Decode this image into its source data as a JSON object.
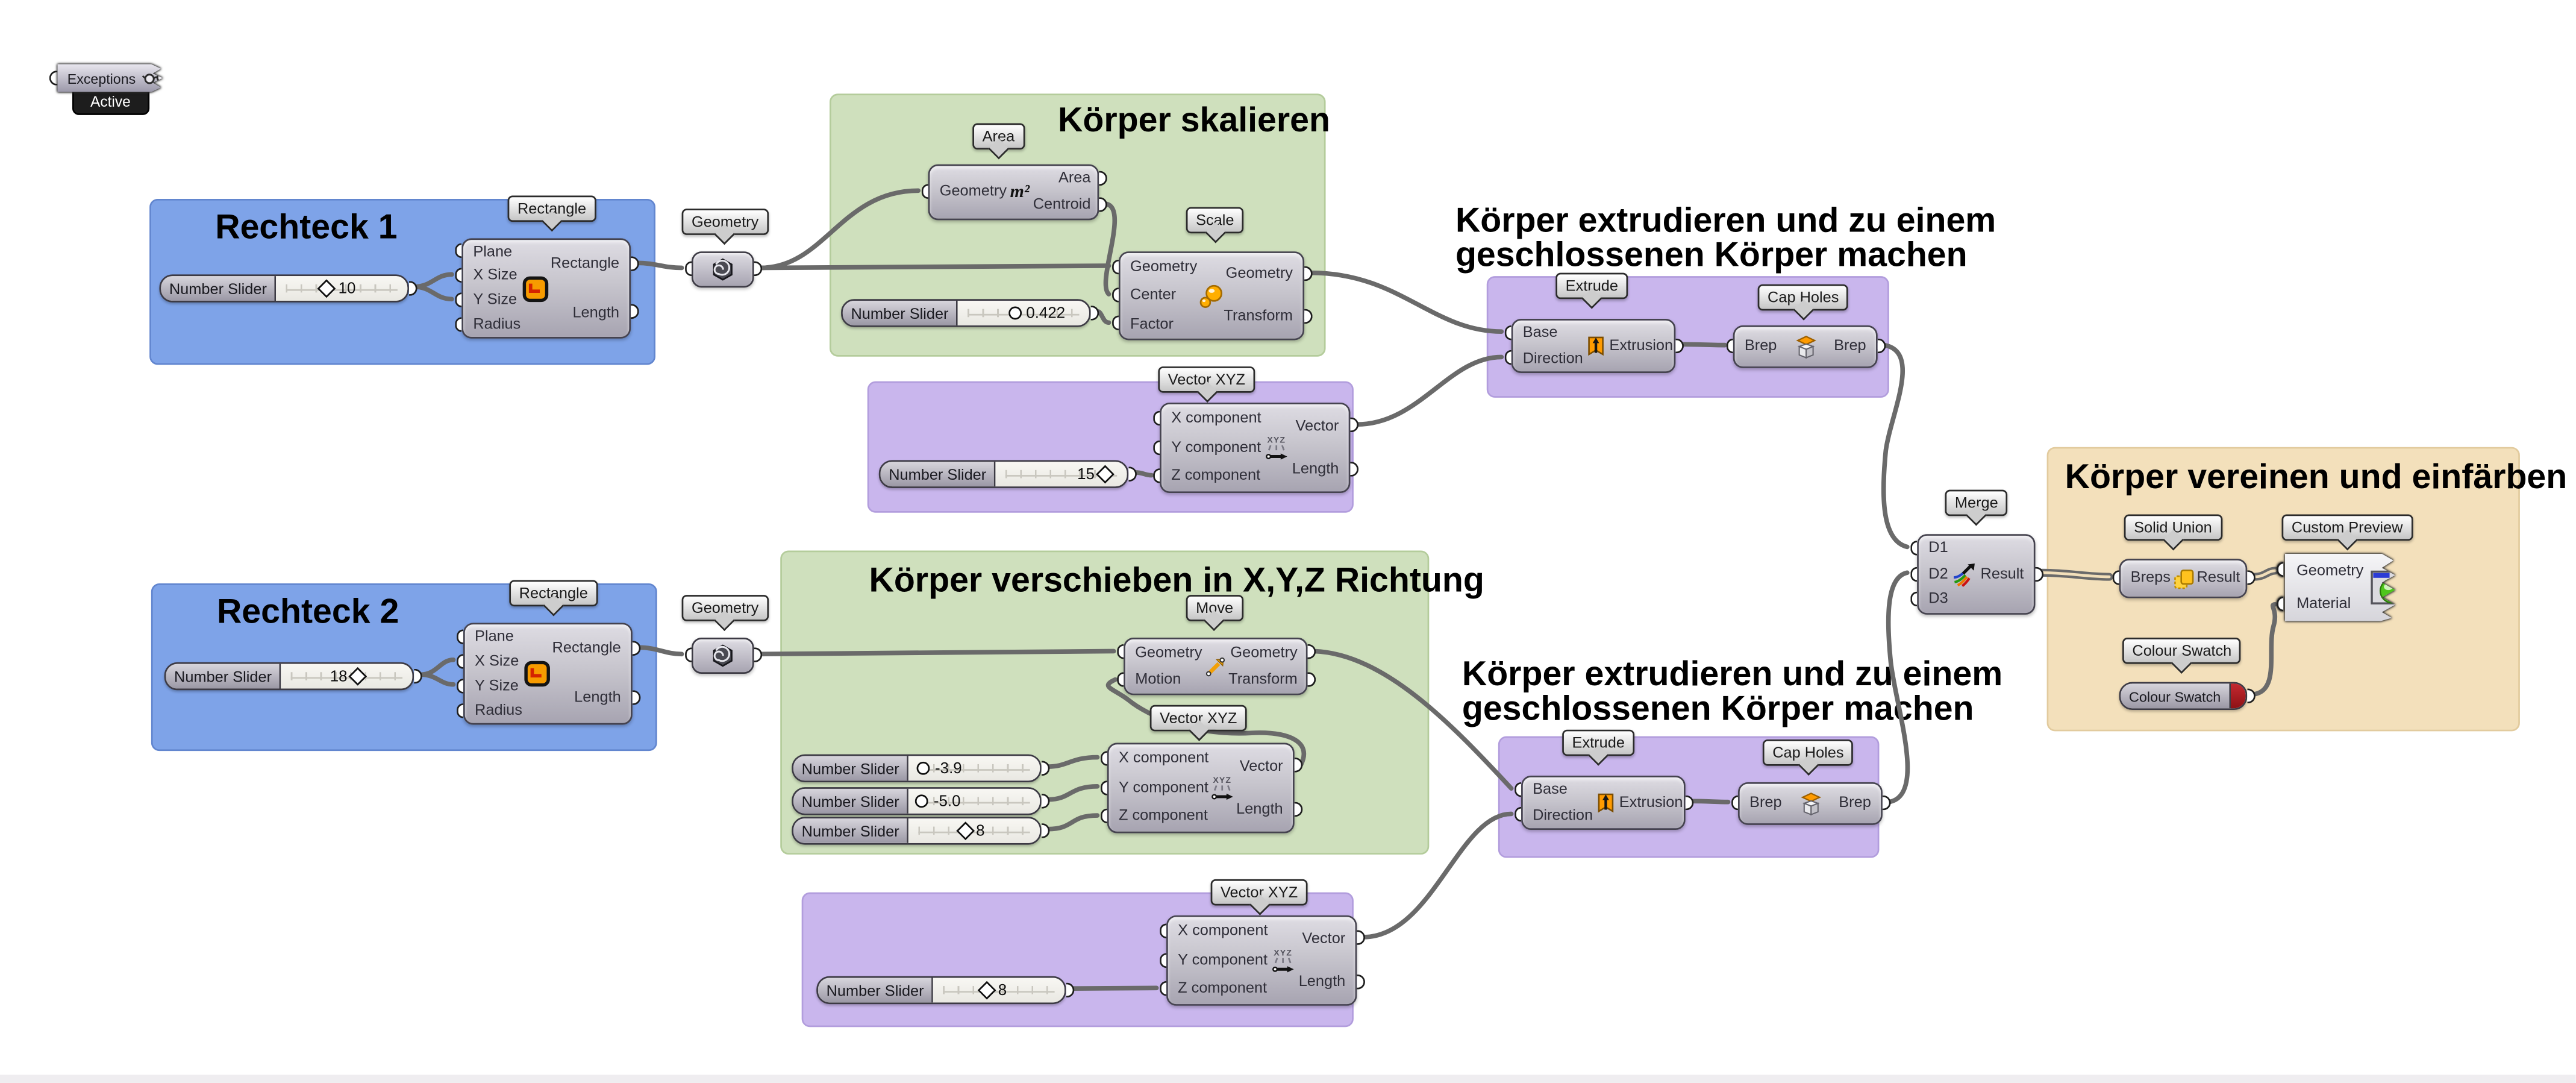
{
  "colors": {
    "group_blue": "#7ea3e8",
    "group_green": "#cfe0bd",
    "group_purple": "#c9b6ed",
    "group_tan": "#f3e0bb",
    "wire": "#6a6a6a",
    "swatch_red": "#a31b1f",
    "canvas_background": "#ffffff"
  },
  "exceptions_widget": {
    "label": "Exceptions",
    "status": "Active"
  },
  "groups": {
    "rechteck1": {
      "title": "Rechteck 1",
      "color": "#7ea3e8"
    },
    "rechteck2": {
      "title": "Rechteck 2",
      "color": "#7ea3e8"
    },
    "skalieren": {
      "title": "Körper skalieren",
      "color": "#cfe0bd"
    },
    "verschieben": {
      "title": "Körper verschieben in X,Y,Z Richtung",
      "color": "#cfe0bd"
    },
    "vereinen": {
      "title": "Körper vereinen und einfärben",
      "color": "#f3e0bb"
    },
    "vector_top": {
      "title": "",
      "color": "#c9b6ed"
    },
    "vector_bottom": {
      "title": "",
      "color": "#c9b6ed"
    },
    "extrude_top": {
      "title": "",
      "color": "#c9b6ed"
    },
    "extrude_bottom": {
      "title": "",
      "color": "#c9b6ed"
    }
  },
  "headings": {
    "extrude_top": {
      "line1": "Körper extrudieren und zu einem",
      "line2": "geschlossenen Körper machen"
    },
    "extrude_bottom": {
      "line1": "Körper extrudieren und zu einem",
      "line2": "geschlossenen Körper machen"
    }
  },
  "components": {
    "rectangle1": {
      "tag": "Rectangle",
      "inputs": [
        "Plane",
        "X Size",
        "Y Size",
        "Radius"
      ],
      "outputs": [
        "Rectangle",
        "Length"
      ],
      "icon": "rectangle-icon"
    },
    "rectangle2": {
      "tag": "Rectangle",
      "inputs": [
        "Plane",
        "X Size",
        "Y Size",
        "Radius"
      ],
      "outputs": [
        "Rectangle",
        "Length"
      ],
      "icon": "rectangle-icon"
    },
    "area": {
      "tag": "Area",
      "inputs": [
        "Geometry"
      ],
      "outputs": [
        "Area",
        "Centroid"
      ],
      "icon": "area-icon",
      "icon_text": "m²"
    },
    "scale": {
      "tag": "Scale",
      "inputs": [
        "Geometry",
        "Center",
        "Factor"
      ],
      "outputs": [
        "Geometry",
        "Transform"
      ],
      "icon": "scale-icon"
    },
    "vector_top": {
      "tag": "Vector XYZ",
      "inputs": [
        "X component",
        "Y component",
        "Z component"
      ],
      "outputs": [
        "Vector",
        "Length"
      ],
      "icon": "vector-xyz-icon",
      "icon_text": "XYZ"
    },
    "vector_mid": {
      "tag": "Vector XYZ",
      "inputs": [
        "X component",
        "Y component",
        "Z component"
      ],
      "outputs": [
        "Vector",
        "Length"
      ],
      "icon": "vector-xyz-icon",
      "icon_text": "XYZ"
    },
    "vector_bottom": {
      "tag": "Vector XYZ",
      "inputs": [
        "X component",
        "Y component",
        "Z component"
      ],
      "outputs": [
        "Vector",
        "Length"
      ],
      "icon": "vector-xyz-icon",
      "icon_text": "XYZ"
    },
    "move": {
      "tag": "Move",
      "inputs": [
        "Geometry",
        "Motion"
      ],
      "outputs": [
        "Geometry",
        "Transform"
      ],
      "icon": "move-icon"
    },
    "extrude1": {
      "tag": "Extrude",
      "inputs": [
        "Base",
        "Direction"
      ],
      "outputs": [
        "Extrusion"
      ],
      "icon": "extrude-icon"
    },
    "extrude2": {
      "tag": "Extrude",
      "inputs": [
        "Base",
        "Direction"
      ],
      "outputs": [
        "Extrusion"
      ],
      "icon": "extrude-icon"
    },
    "cap1": {
      "tag": "Cap Holes",
      "inputs": [
        "Brep"
      ],
      "outputs": [
        "Brep"
      ],
      "icon": "cap-holes-icon"
    },
    "cap2": {
      "tag": "Cap Holes",
      "inputs": [
        "Brep"
      ],
      "outputs": [
        "Brep"
      ],
      "icon": "cap-holes-icon"
    },
    "merge": {
      "tag": "Merge",
      "inputs": [
        "D1",
        "D2",
        "D3"
      ],
      "outputs": [
        "Result"
      ],
      "icon": "merge-icon"
    },
    "solid_union": {
      "tag": "Solid Union",
      "inputs": [
        "Breps"
      ],
      "outputs": [
        "Result"
      ],
      "icon": "solid-union-icon"
    },
    "custom_preview": {
      "tag": "Custom Preview",
      "inputs": [
        "Geometry",
        "Material"
      ],
      "outputs": [],
      "icon": "custom-preview-icon"
    }
  },
  "params": {
    "geometry1": {
      "tag": "Geometry",
      "icon": "geometry-icon"
    },
    "geometry2": {
      "tag": "Geometry",
      "icon": "geometry-icon"
    },
    "colour_swatch": {
      "tag": "Colour Swatch",
      "label": "Colour Swatch",
      "swatch_color": "#a31b1f"
    }
  },
  "sliders": {
    "rect1": {
      "label": "Number Slider",
      "value": "10",
      "handle": "diamond"
    },
    "factor": {
      "label": "Number Slider",
      "value": "0.422",
      "handle": "circle"
    },
    "vector_top_z": {
      "label": "Number Slider",
      "value": "15",
      "handle": "diamond"
    },
    "rect2": {
      "label": "Number Slider",
      "value": "18",
      "handle": "diamond"
    },
    "move_x": {
      "label": "Number Slider",
      "value": "-3.9",
      "handle": "circle"
    },
    "move_y": {
      "label": "Number Slider",
      "value": "-5.0",
      "handle": "circle"
    },
    "move_z": {
      "label": "Number Slider",
      "value": "8",
      "handle": "diamond"
    },
    "vector_bottom_z": {
      "label": "Number Slider",
      "value": "8",
      "handle": "diamond"
    }
  },
  "wires": [
    {
      "from": "number-slider-rect1",
      "to": "rectangle1.X Size"
    },
    {
      "from": "number-slider-rect1",
      "to": "rectangle1.Y Size"
    },
    {
      "from": "rectangle1.Rectangle",
      "to": "geometry-param-1"
    },
    {
      "from": "geometry-param-1",
      "to": "area.Geometry"
    },
    {
      "from": "geometry-param-1",
      "to": "scale.Geometry"
    },
    {
      "from": "area.Centroid",
      "to": "scale.Center"
    },
    {
      "from": "number-slider-factor",
      "to": "scale.Factor"
    },
    {
      "from": "scale.Geometry",
      "to": "extrude1.Base"
    },
    {
      "from": "vector-xyz-top.Vector",
      "to": "extrude1.Direction"
    },
    {
      "from": "number-slider-15",
      "to": "vector-xyz-top.Z component"
    },
    {
      "from": "extrude1.Extrusion",
      "to": "cap-holes-1.Brep"
    },
    {
      "from": "cap-holes-1.Brep",
      "to": "merge.D1"
    },
    {
      "from": "number-slider-rect2",
      "to": "rectangle2.X Size"
    },
    {
      "from": "number-slider-rect2",
      "to": "rectangle2.Y Size"
    },
    {
      "from": "rectangle2.Rectangle",
      "to": "geometry-param-2"
    },
    {
      "from": "geometry-param-2",
      "to": "move.Geometry"
    },
    {
      "from": "vector-xyz-mid.Vector",
      "to": "move.Motion"
    },
    {
      "from": "number-slider-x",
      "to": "vector-xyz-mid.X component"
    },
    {
      "from": "number-slider-y",
      "to": "vector-xyz-mid.Y component"
    },
    {
      "from": "number-slider-z",
      "to": "vector-xyz-mid.Z component"
    },
    {
      "from": "move.Geometry",
      "to": "extrude2.Base"
    },
    {
      "from": "vector-xyz-bottom.Vector",
      "to": "extrude2.Direction"
    },
    {
      "from": "number-slider-8",
      "to": "vector-xyz-bottom.Z component"
    },
    {
      "from": "extrude2.Extrusion",
      "to": "cap-holes-2.Brep"
    },
    {
      "from": "cap-holes-2.Brep",
      "to": "merge.D2"
    },
    {
      "from": "merge.Result",
      "to": "solid-union.Breps"
    },
    {
      "from": "solid-union.Result",
      "to": "custom-preview.Geometry"
    },
    {
      "from": "colour-swatch",
      "to": "custom-preview.Material"
    }
  ]
}
